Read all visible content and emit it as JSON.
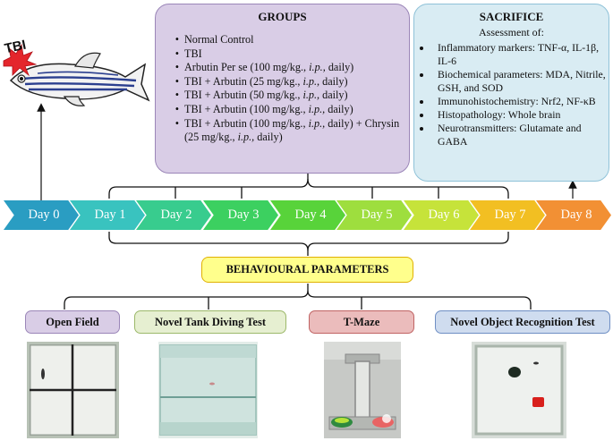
{
  "groups": {
    "title": "GROUPS",
    "items": [
      "Normal Control",
      "TBI",
      "Arbutin Per se (100 mg/kg., i.p., daily)",
      "TBI + Arbutin (25 mg/kg., i.p., daily)",
      "TBI + Arbutin (50 mg/kg., i.p., daily)",
      "TBI + Arbutin (100 mg/kg., i.p., daily)",
      "TBI + Arbutin (100 mg/kg., i.p., daily) + Chrysin (25 mg/kg., i.p., daily)"
    ]
  },
  "sacrifice": {
    "title": "SACRIFICE",
    "subtitle": "Assessment of:",
    "items": [
      "Inflammatory markers: TNF-α, IL-1β, IL-6",
      "Biochemical parameters: MDA, Nitrile, GSH, and SOD",
      "Immunohistochemistry: Nrf2, NF-κB",
      "Histopathology: Whole brain",
      "Neurotransmitters: Glutamate and GABA"
    ]
  },
  "tbi_label": "TBI",
  "days": [
    {
      "label": "Day 0",
      "color": "#2a9dc2"
    },
    {
      "label": "Day 1",
      "color": "#39c3bf"
    },
    {
      "label": "Day 2",
      "color": "#38cc8e"
    },
    {
      "label": "Day 3",
      "color": "#3cd060"
    },
    {
      "label": "Day 4",
      "color": "#58d33a"
    },
    {
      "label": "Day 5",
      "color": "#9ede3e"
    },
    {
      "label": "Day 6",
      "color": "#c6e33a"
    },
    {
      "label": "Day 7",
      "color": "#f2bf22"
    },
    {
      "label": "Day 8",
      "color": "#f29034"
    }
  ],
  "behavioural": {
    "title": "BEHAVIOURAL PARAMETERS"
  },
  "tests": [
    {
      "label": "Open Field",
      "fill": "#d9cde6",
      "border": "#9b86b8"
    },
    {
      "label": "Novel Tank Diving Test",
      "fill": "#e6efd1",
      "border": "#9cb86a"
    },
    {
      "label": "T-Maze",
      "fill": "#ebbcbc",
      "border": "#c06464"
    },
    {
      "label": "Novel Object Recognition Test",
      "fill": "#cfdcef",
      "border": "#6f8fc4"
    }
  ]
}
